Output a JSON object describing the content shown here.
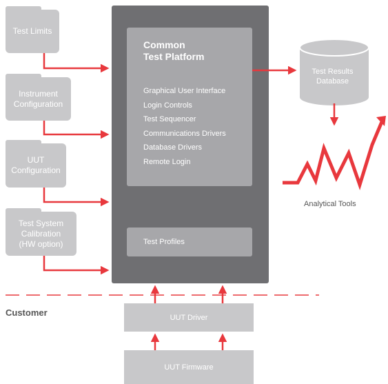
{
  "inputs": [
    {
      "label": "Test Limits"
    },
    {
      "label": "Instrument\nConfiguration"
    },
    {
      "label": "UUT\nConfiguration"
    },
    {
      "label": "Test System\nCalibration\n(HW option)"
    }
  ],
  "platform": {
    "title": "Common\nTest Platform",
    "features": [
      "Graphical User Interface",
      "Login Controls",
      "Test Sequencer",
      "Communications Drivers",
      "Database Drivers",
      "Remote Login"
    ],
    "profiles": "Test Profiles"
  },
  "database": {
    "label": "Test Results\nDatabase"
  },
  "analytics": {
    "label": "Analytical Tools"
  },
  "customer_label": "Customer",
  "driver": {
    "label": "UUT Driver"
  },
  "firmware": {
    "label": "UUT Firmware"
  },
  "colors": {
    "accent": "#e8383d",
    "light_gray": "#c8c8ca",
    "dark_gray": "#6f6f72",
    "mid_gray": "#a7a7aa"
  }
}
